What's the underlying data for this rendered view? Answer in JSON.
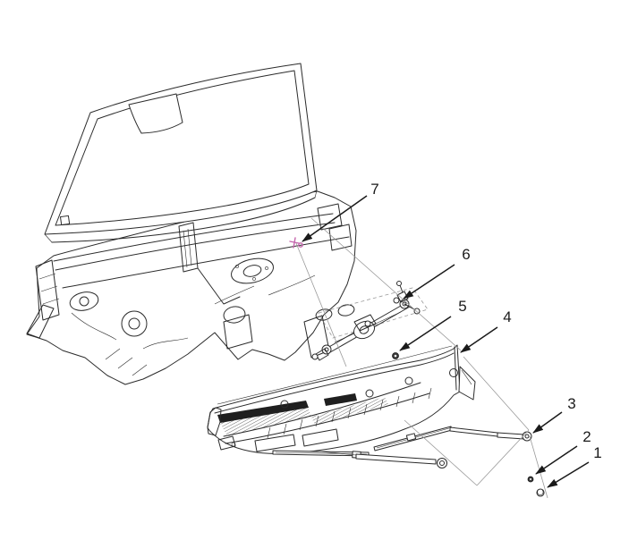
{
  "figure": {
    "background": "#ffffff",
    "line_color": "#2b2b2b",
    "guide_color": "#9a9a9a",
    "accent_color": "#c566ad"
  },
  "callouts": [
    {
      "label": "1"
    },
    {
      "label": "2"
    },
    {
      "label": "3"
    },
    {
      "label": "4"
    },
    {
      "label": "5"
    },
    {
      "label": "6"
    },
    {
      "label": "7"
    }
  ]
}
